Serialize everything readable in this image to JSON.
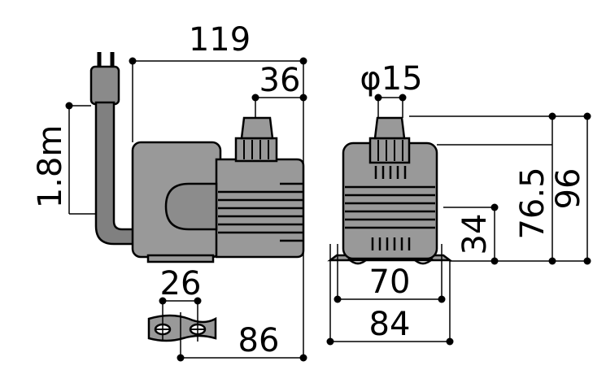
{
  "dimensions": {
    "overall_length": "119",
    "outlet_offset": "36",
    "cord_length": "1.8m",
    "mount_hole_pitch": "26",
    "mount_length": "86",
    "outlet_diameter": "φ15",
    "height_total": "96",
    "height_outlet_base": "76.5",
    "height_inlet": "34",
    "width_body": "70",
    "width_base": "84"
  },
  "colors": {
    "body": "#999999",
    "body_dark": "#7a7a7a",
    "cord": "#808080",
    "stroke": "#000000"
  }
}
